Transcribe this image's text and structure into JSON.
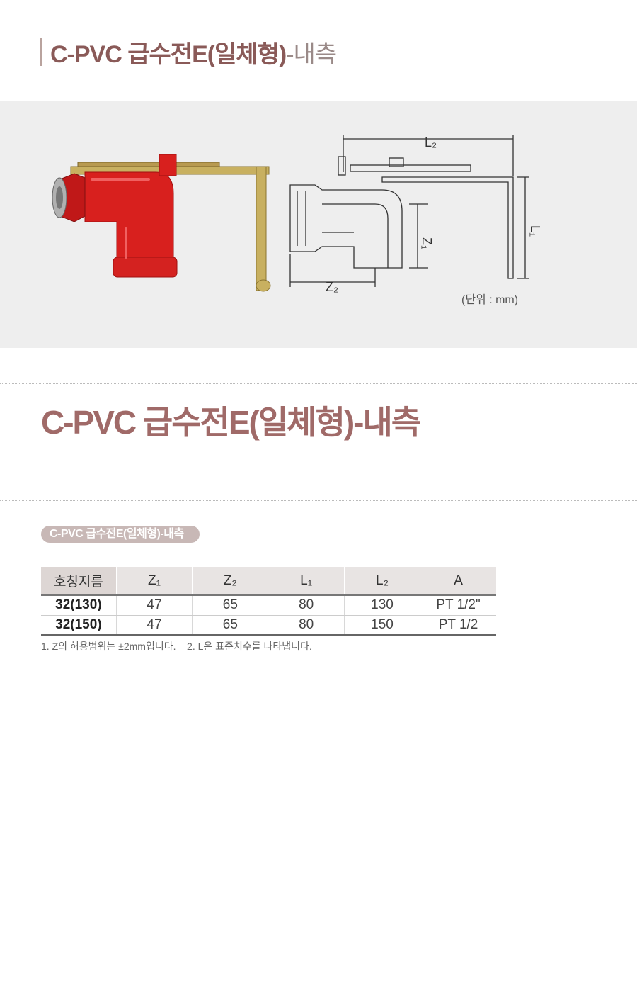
{
  "header": {
    "title_main": "C-PVC 급수전E(일체형)",
    "title_sub": "-내측"
  },
  "figure": {
    "labels": {
      "l2": "L₂",
      "l1": "L₁",
      "z1": "Z₁",
      "z2": "Z₂"
    },
    "unit_note": "(단위 : mm)"
  },
  "section": {
    "title": "C-PVC 급수전E(일체형)-내측",
    "badge": "C-PVC 급수전E(일체형)-내측"
  },
  "table": {
    "headers": [
      "호칭지름",
      "Z₁",
      "Z₂",
      "L₁",
      "L₂",
      "A"
    ],
    "rows": [
      [
        "32(130)",
        "47",
        "65",
        "80",
        "130",
        "PT 1/2\""
      ],
      [
        "32(150)",
        "47",
        "65",
        "80",
        "150",
        "PT 1/2"
      ]
    ]
  },
  "notes": {
    "line": "1. Z의 허용범위는 ±2mm입니다.    2. L은 표준치수를 나타냅니다."
  },
  "colors": {
    "title_brown": "#8a5a58",
    "accent_red": "#d8201e",
    "brass": "#c8b060",
    "panel_gray": "#eeeeee"
  }
}
